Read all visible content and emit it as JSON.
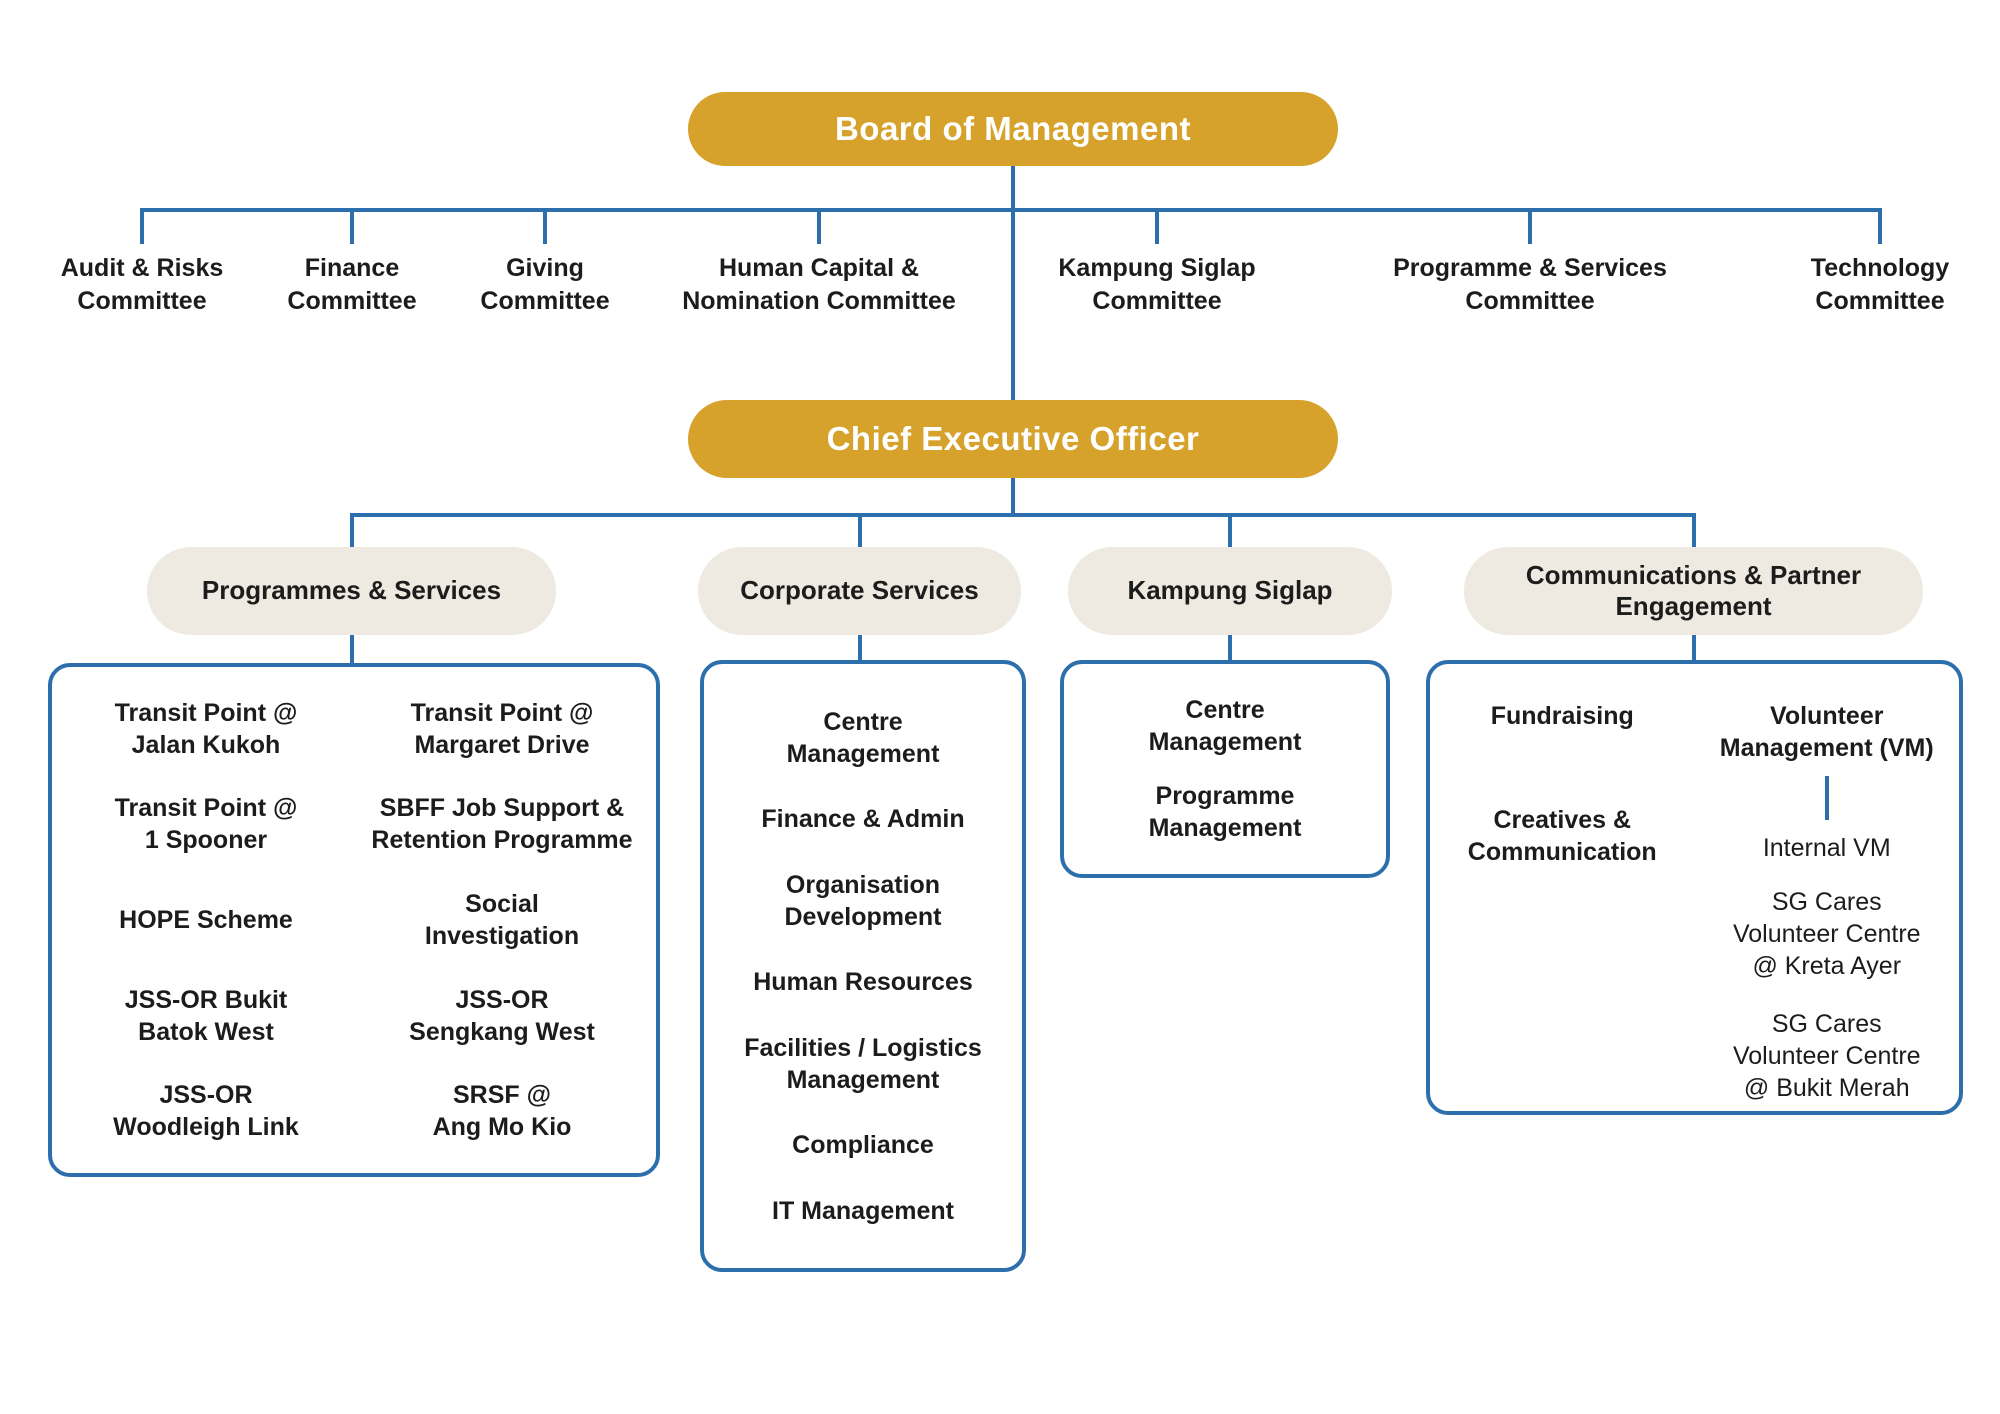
{
  "colors": {
    "gold": "#D6A22B",
    "blue": "#2D6EAD",
    "beige": "#EEEAE1",
    "ink": "#1C1C1C",
    "background": "#FFFFFF"
  },
  "board": {
    "label": "Board of Management"
  },
  "ceo": {
    "label": "Chief Executive Officer"
  },
  "committees": [
    {
      "label": "Audit & Risks\nCommittee"
    },
    {
      "label": "Finance\nCommittee"
    },
    {
      "label": "Giving\nCommittee"
    },
    {
      "label": "Human Capital &\nNomination Committee"
    },
    {
      "label": "Kampung Siglap\nCommittee"
    },
    {
      "label": "Programme & Services\nCommittee"
    },
    {
      "label": "Technology\nCommittee"
    }
  ],
  "departments": [
    {
      "label": "Programmes & Services",
      "units": {
        "left": [
          "Transit Point @\nJalan Kukoh",
          "Transit Point @\n1 Spooner",
          "HOPE Scheme",
          "JSS-OR Bukit\nBatok West",
          "JSS-OR\nWoodleigh Link"
        ],
        "right": [
          "Transit Point @\nMargaret Drive",
          "SBFF Job Support &\nRetention Programme",
          "Social\nInvestigation",
          "JSS-OR\nSengkang West",
          "SRSF @\nAng Mo Kio"
        ]
      }
    },
    {
      "label": "Corporate Services",
      "units": [
        "Centre\nManagement",
        "Finance & Admin",
        "Organisation\nDevelopment",
        "Human Resources",
        "Facilities / Logistics\nManagement",
        "Compliance",
        "IT Management"
      ]
    },
    {
      "label": "Kampung Siglap",
      "units": [
        "Centre\nManagement",
        "Programme\nManagement"
      ]
    },
    {
      "label": "Communications & Partner\nEngagement",
      "units": {
        "left": [
          "Fundraising",
          "Creatives &\nCommunication"
        ],
        "right_head": "Volunteer\nManagement (VM)",
        "right_sub": [
          "Internal VM",
          "SG Cares\nVolunteer Centre\n@ Kreta Ayer",
          "SG Cares\nVolunteer Centre\n@ Bukit Merah"
        ]
      }
    }
  ]
}
